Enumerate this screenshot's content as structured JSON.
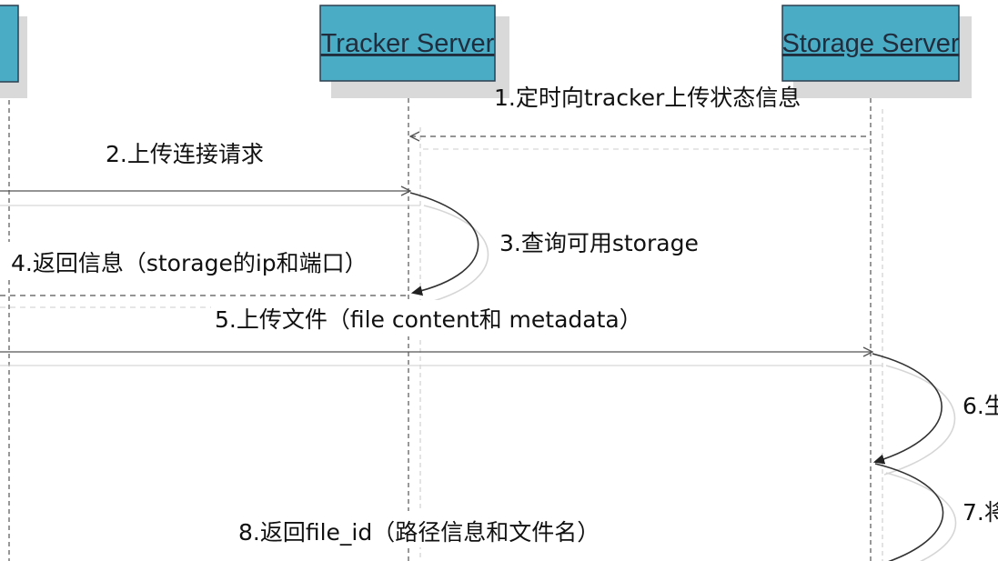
{
  "actors": [
    {
      "id": "client",
      "label": ""
    },
    {
      "id": "tracker",
      "label": "Tracker Server"
    },
    {
      "id": "storage",
      "label": "Storage Server"
    }
  ],
  "messages": [
    {
      "id": "m1",
      "label": "1.定时向tracker上传状态信息"
    },
    {
      "id": "m2",
      "label": "2.上传连接请求"
    },
    {
      "id": "m3",
      "label": "3.查询可用storage"
    },
    {
      "id": "m4",
      "label": "4.返回信息（storage的ip和端口）"
    },
    {
      "id": "m5",
      "label": "5.上传文件（file content和 metadata）"
    },
    {
      "id": "m6",
      "label": "6.生"
    },
    {
      "id": "m7",
      "label": "7.将"
    },
    {
      "id": "m8",
      "label": "8.返回file_id（路径信息和文件名）"
    }
  ],
  "colors": {
    "actor_fill": "#4bacc6",
    "line": "#555555"
  }
}
